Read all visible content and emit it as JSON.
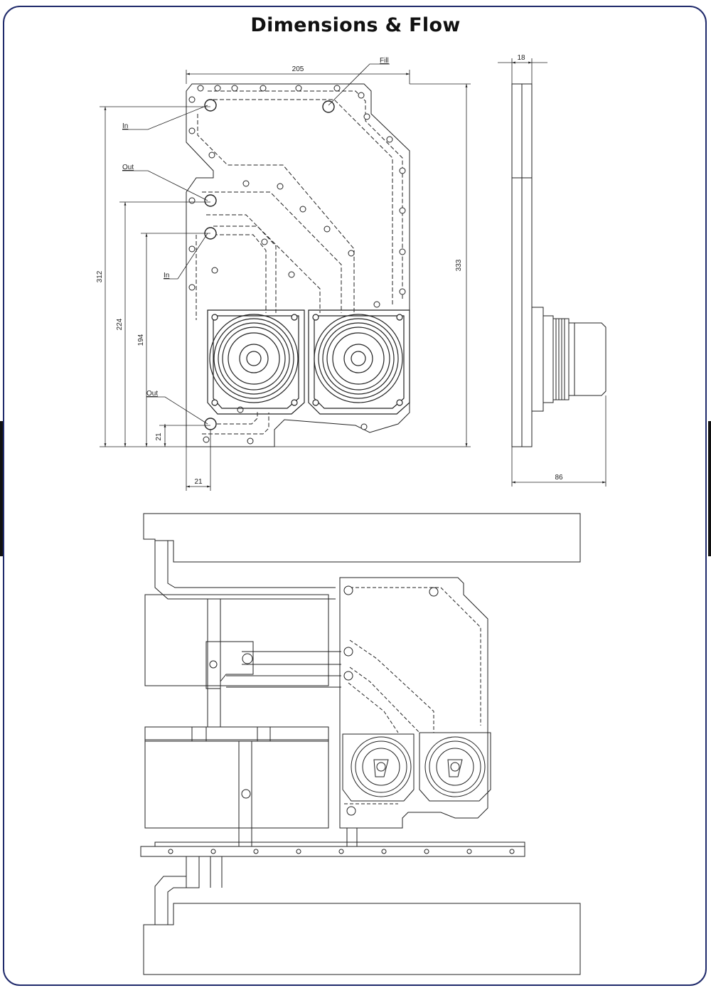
{
  "title": "Dimensions & Flow",
  "front_view": {
    "dimensions": {
      "width": "205",
      "height_total": "333",
      "port_in_top": "312",
      "port_out_mid": "224",
      "port_in_mid": "194",
      "port_out_bottom": "21",
      "port_offset_x": "21"
    },
    "port_labels": {
      "fill": "Fill",
      "in_top": "In",
      "out_mid": "Out",
      "in_mid": "In",
      "out_bottom": "Out"
    }
  },
  "side_view": {
    "dimensions": {
      "thickness": "18",
      "depth": "86"
    }
  },
  "colors": {
    "frame_border": "#1f2a6b",
    "line": "#222222",
    "fill": "#ffffff"
  }
}
